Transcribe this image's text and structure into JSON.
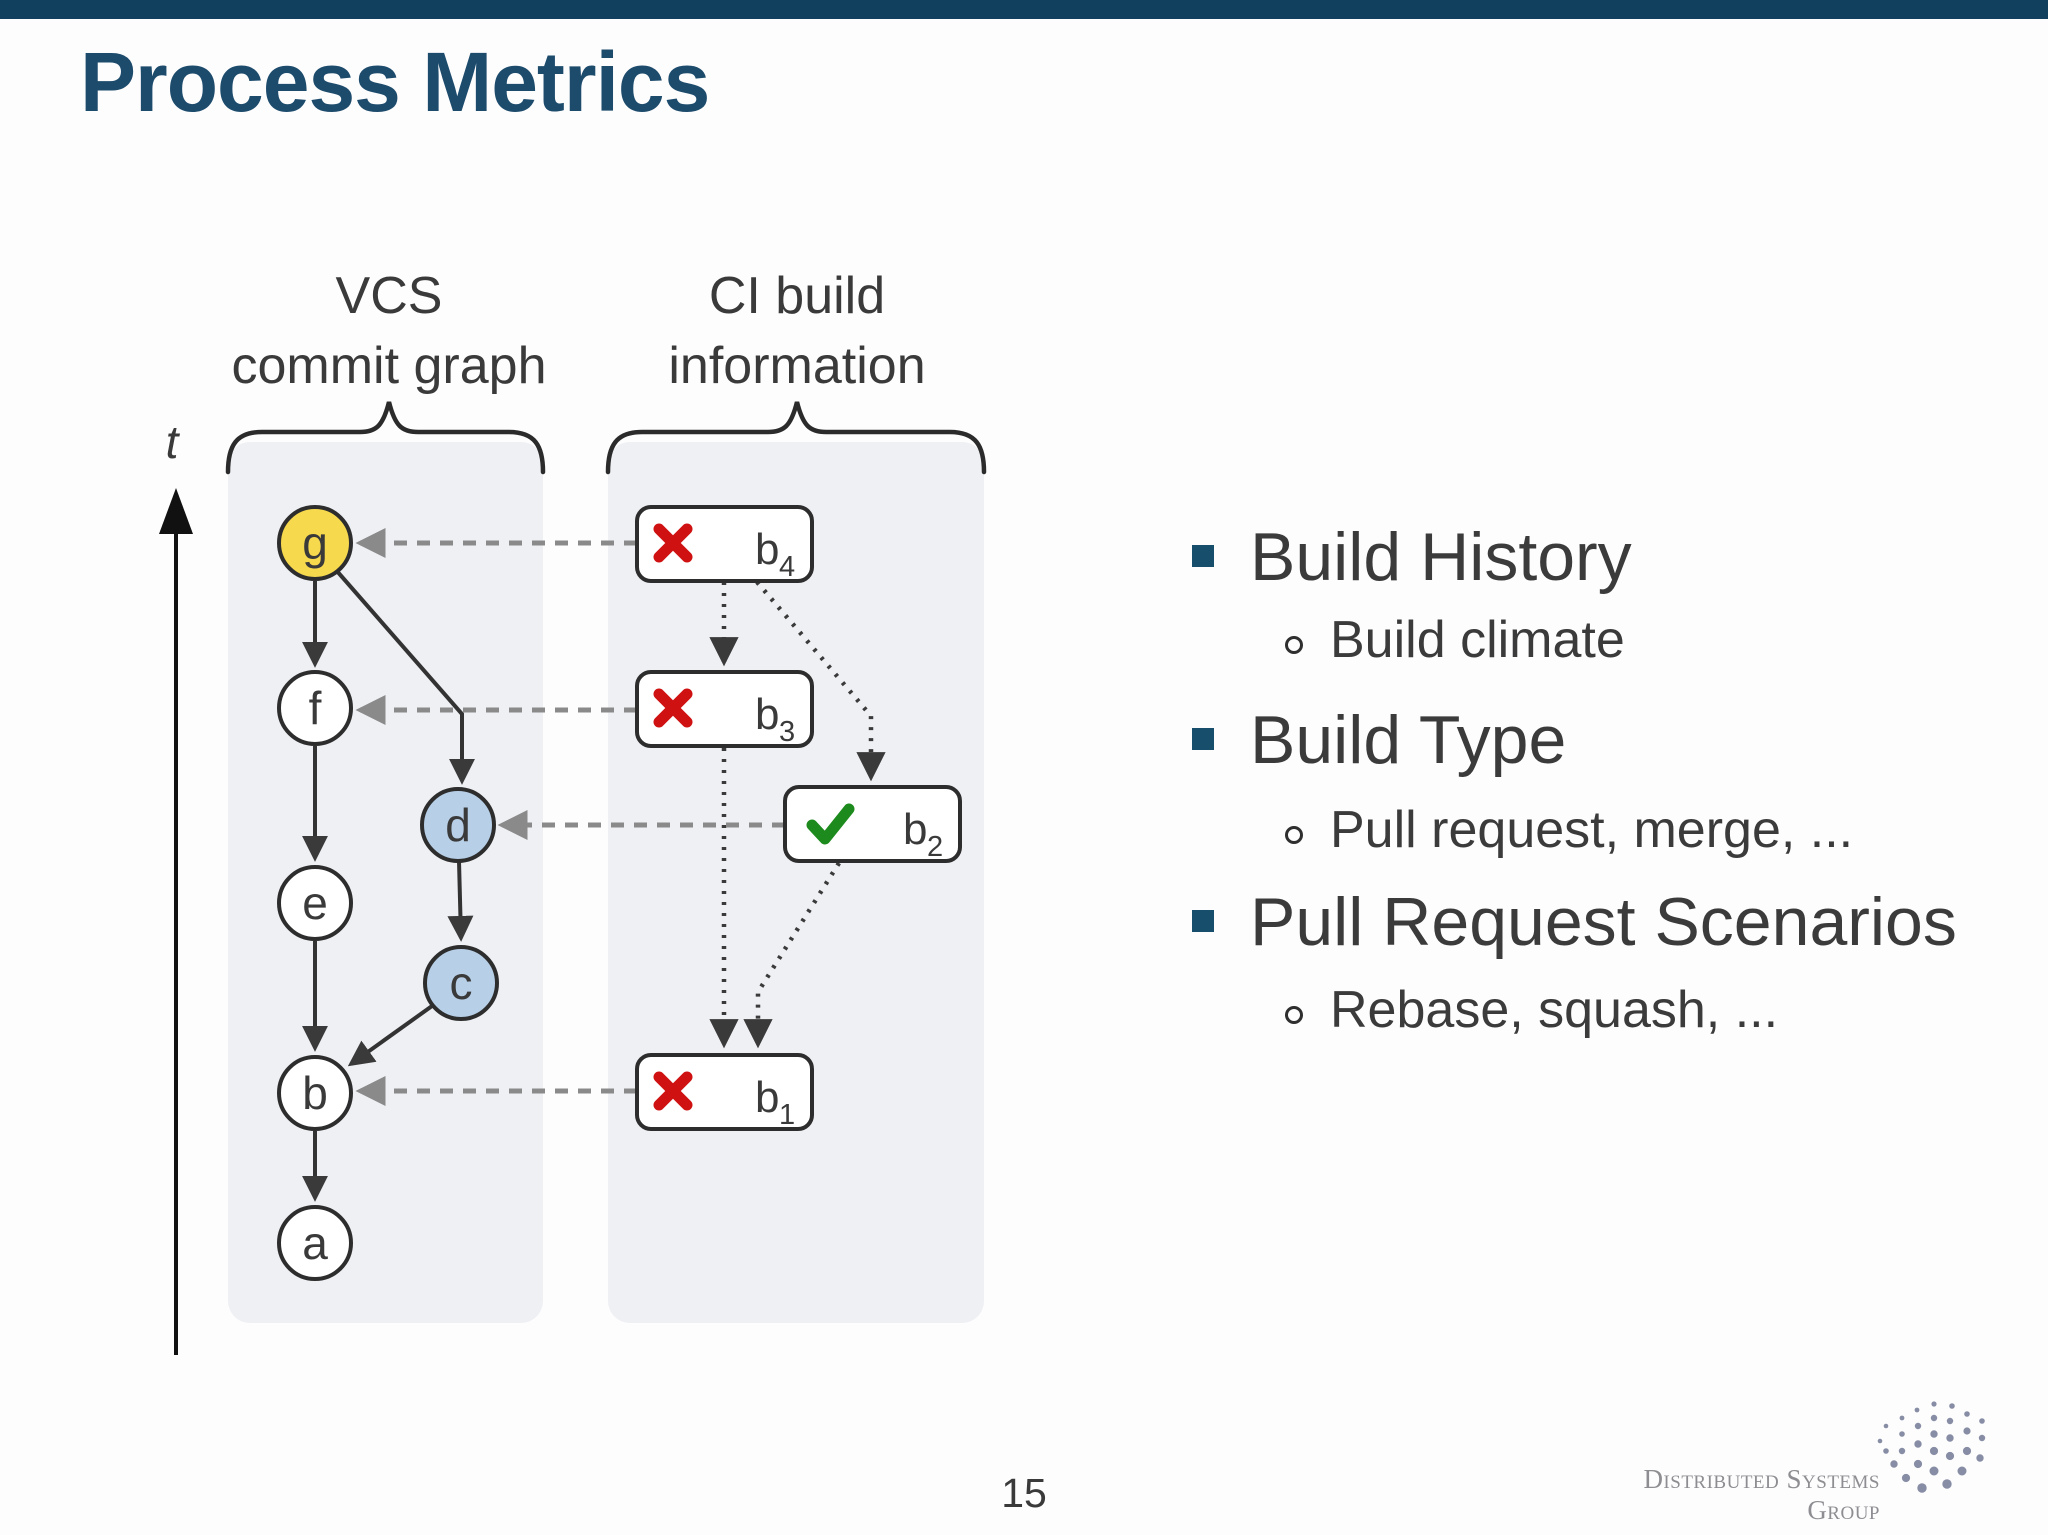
{
  "slide": {
    "title": "Process Metrics",
    "page_number": "15"
  },
  "colors": {
    "top_bar": "#11405E",
    "title": "#1D4B6C",
    "bullet_square": "#174E6B",
    "node_yellow": "#F7D94E",
    "node_blue": "#B7CFE7",
    "node_white": "#FFFFFF",
    "fail_red": "#CF1111",
    "pass_green": "#1C8A1C",
    "column_bg": "#EFF0F4",
    "dashed_link_gray": "#8A8A8A",
    "line_dark": "#333333"
  },
  "diagram": {
    "time_axis_label": "t",
    "left_column": {
      "label_line1": "VCS",
      "label_line2": "commit graph"
    },
    "right_column": {
      "label_line1": "CI build",
      "label_line2": "information"
    },
    "nodes": [
      {
        "label": "g"
      },
      {
        "label": "f"
      },
      {
        "label": "d"
      },
      {
        "label": "e"
      },
      {
        "label": "c"
      },
      {
        "label": "b"
      },
      {
        "label": "a"
      }
    ],
    "builds": [
      {
        "label": "b",
        "subscript": "4",
        "status": "failed"
      },
      {
        "label": "b",
        "subscript": "3",
        "status": "failed"
      },
      {
        "label": "b",
        "subscript": "2",
        "status": "passed"
      },
      {
        "label": "b",
        "subscript": "1",
        "status": "failed"
      }
    ]
  },
  "bullets": [
    {
      "label": "Build History",
      "sub_label": "Build climate"
    },
    {
      "label": "Build Type",
      "sub_label": "Pull request, merge, ..."
    },
    {
      "label": "Pull Request Scenarios",
      "sub_label": "Rebase, squash, ..."
    }
  ],
  "footer": {
    "logo_text": "Distributed Systems Group"
  }
}
